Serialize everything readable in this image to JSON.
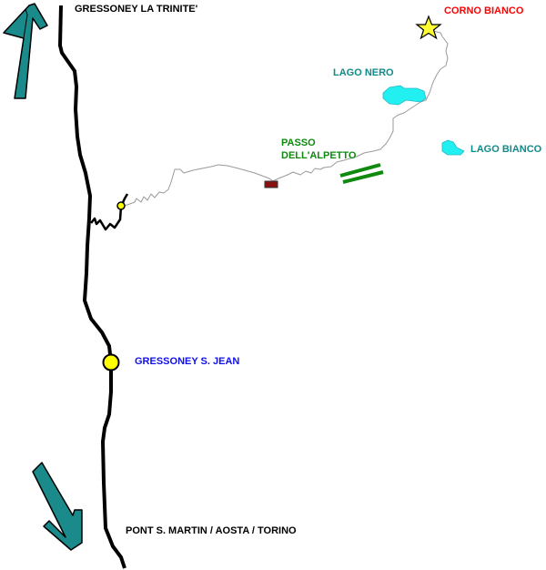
{
  "map": {
    "title": "Route map Gressoney - Corno Bianco",
    "labels": {
      "gressoney_la_trinite": "GRESSONEY LA TRINITE'",
      "corno_bianco": "CORNO BIANCO",
      "lago_nero": "LAGO NERO",
      "passo_line1": "PASSO",
      "passo_line2": "DELL'ALPETTO",
      "lago_bianco": "LAGO BIANCO",
      "gressoney_s_jean": "GRESSONEY S. JEAN",
      "pont_s_martin": "PONT S. MARTIN / AOSTA / TORINO"
    },
    "colors": {
      "road": "#000000",
      "trail": "#999999",
      "arrow": "#1b8a8a",
      "lake": "#22f0f0",
      "town_marker": "#ffff00",
      "summit_star": "#ffff33",
      "pass_bars": "#0f8a0f",
      "hut": "#8b1111",
      "label_black": "#000000",
      "label_red": "#ff0000",
      "label_teal": "#118a8a",
      "label_green": "#0f8a0f",
      "label_blue": "#1010ee"
    },
    "legend_icons": {
      "north_arrow": "arrow-up-icon",
      "south_arrow": "arrow-down-right-icon",
      "summit": "star-icon",
      "town": "circle-icon",
      "hut": "rectangle-icon",
      "pass": "double-bar-icon",
      "lake": "lake-shape-icon"
    }
  }
}
